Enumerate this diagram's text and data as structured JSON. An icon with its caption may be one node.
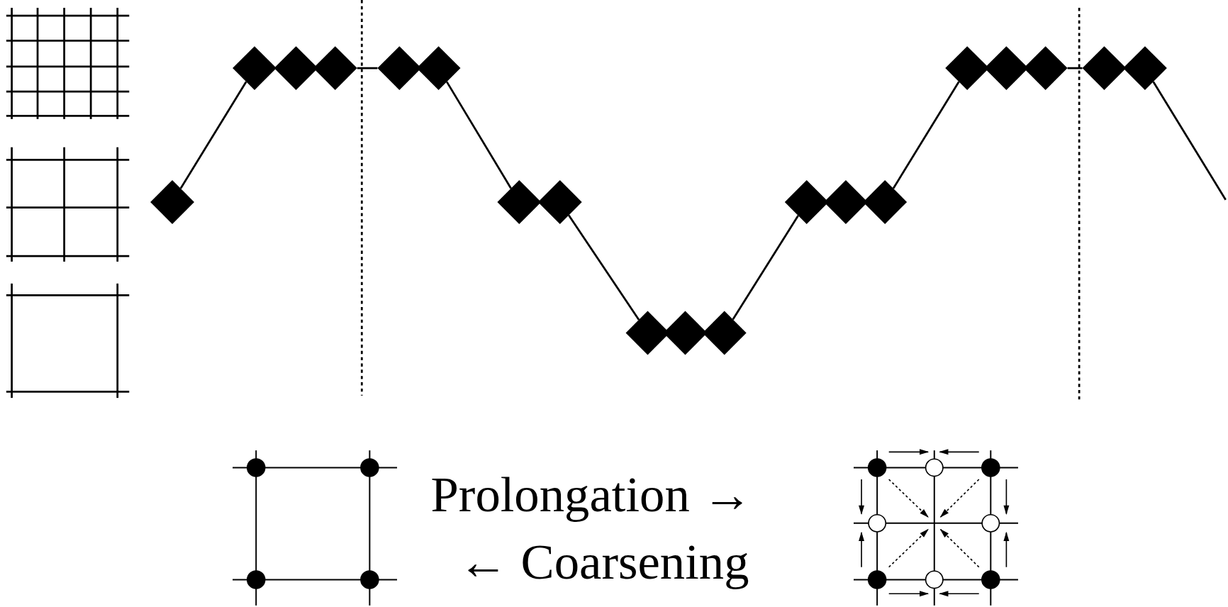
{
  "diagram": {
    "nodes": [
      {
        "text": [],
        "shape": "diamond"
      },
      {
        "text": [],
        "shape": "diamond"
      },
      {
        "text": [],
        "shape": "diamond"
      },
      {
        "text": [],
        "shape": "diamond"
      },
      {
        "text": [],
        "shape": "diamond"
      },
      {
        "text": [],
        "shape": "diamond"
      },
      {
        "text": [],
        "shape": "diamond"
      },
      {
        "text": [],
        "shape": "diamond"
      },
      {
        "text": [],
        "shape": "diamond"
      },
      {
        "text": [],
        "shape": "diamond"
      },
      {
        "text": [],
        "shape": "diamond"
      },
      {
        "text": [],
        "shape": "diamond"
      },
      {
        "text": [],
        "shape": "diamond"
      },
      {
        "text": [],
        "shape": "diamond"
      },
      {
        "text": [],
        "shape": "diamond"
      },
      {
        "text": [],
        "shape": "diamond"
      },
      {
        "text": [],
        "shape": "diamond"
      },
      {
        "text": [],
        "shape": "diamond"
      },
      {
        "text": [],
        "shape": "diamond"
      }
    ],
    "edges": [
      {
        "from": 0,
        "to": 1,
        "arrow": "none"
      },
      {
        "from": 3,
        "to": 4,
        "arrow": "none"
      },
      {
        "from": 5,
        "to": 6,
        "arrow": "none"
      },
      {
        "from": 7,
        "to": 8,
        "arrow": "none"
      },
      {
        "from": 10,
        "to": 11,
        "arrow": "none"
      },
      {
        "from": 13,
        "to": 14,
        "arrow": "none"
      },
      {
        "from": 16,
        "to": 17,
        "arrow": "none"
      },
      {
        "from": 18,
        "to": null,
        "arrow": "none"
      }
    ],
    "labels": [
      "Prolongation →",
      "← Coarsening"
    ]
  }
}
